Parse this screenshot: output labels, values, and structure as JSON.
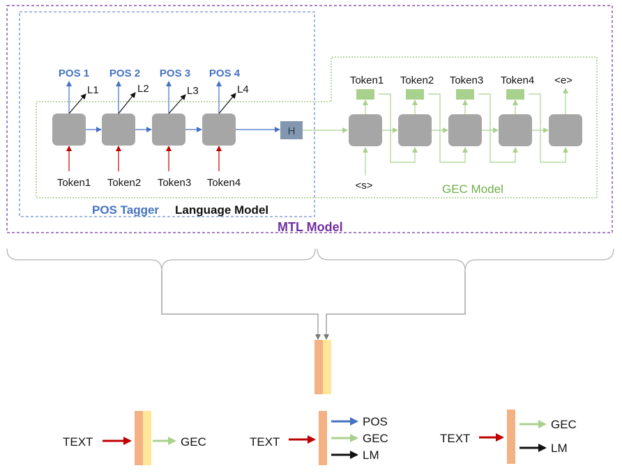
{
  "title": "MTL Model",
  "pos_tagger_label": "POS Tagger",
  "language_model_label": "Language Model",
  "gec_model_label": "GEC Model",
  "hidden_label": "H",
  "encoder": {
    "pos_outputs": [
      "POS 1",
      "POS 2",
      "POS 3",
      "POS 4"
    ],
    "lm_outputs": [
      "L1",
      "L2",
      "L3",
      "L4"
    ],
    "tokens": [
      "Token1",
      "Token2",
      "Token3",
      "Token4"
    ]
  },
  "decoder": {
    "outputs": [
      "Token1",
      "Token2",
      "Token3",
      "Token4",
      "<e>"
    ],
    "start_token": "<s>"
  },
  "legend": {
    "input_label": "TEXT",
    "configs": [
      {
        "outputs": [
          "GEC"
        ]
      },
      {
        "outputs": [
          "POS",
          "GEC",
          "LM"
        ]
      },
      {
        "outputs": [
          "GEC",
          "LM"
        ]
      }
    ]
  },
  "colors": {
    "blue": "#4472c4",
    "green": "#a9d18e",
    "red": "#c00000",
    "purple": "#7030a0",
    "gray_cell": "#a6a6a6",
    "hidden_box": "#8497b0",
    "orange_bar": "#f4b183",
    "yellow_bar": "#ffe699"
  }
}
